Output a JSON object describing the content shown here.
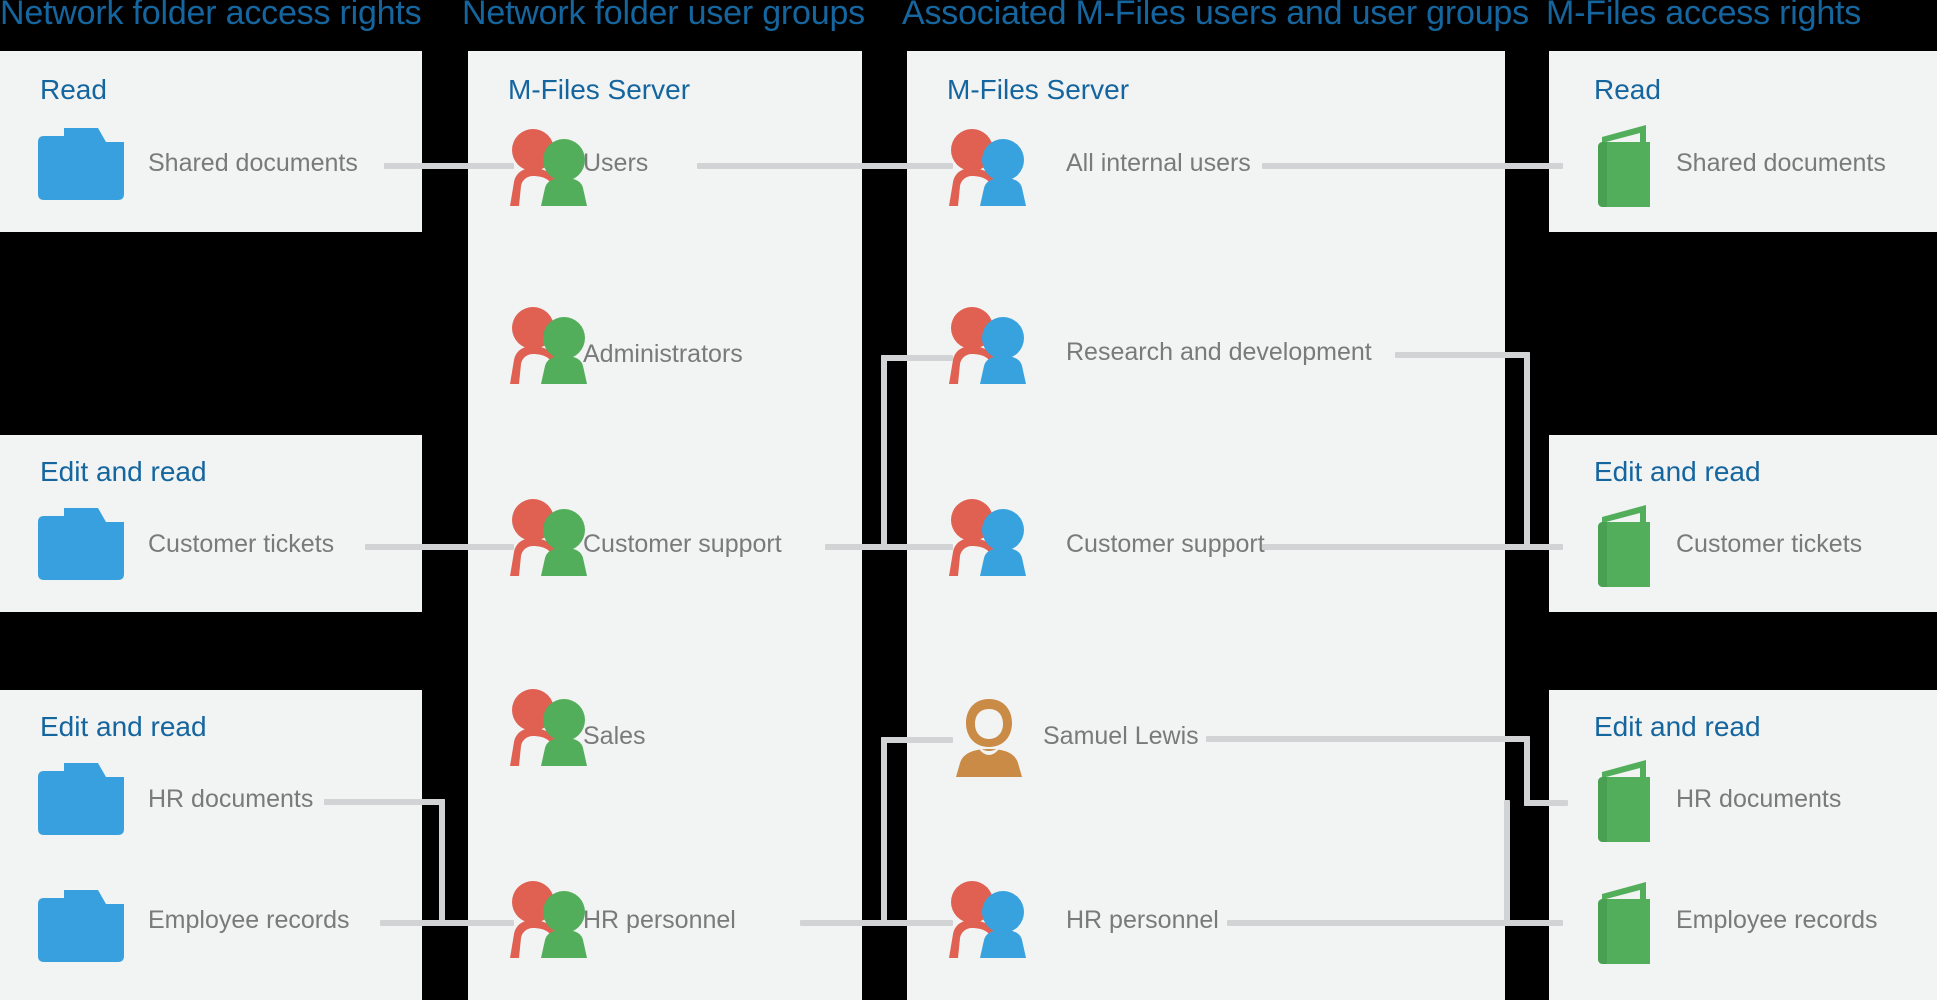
{
  "columns": [
    {
      "id": "col1",
      "header": "Network folder access rights"
    },
    {
      "id": "col2",
      "header": "Network folder user groups"
    },
    {
      "id": "col3",
      "header": "Associated M-Files users and user groups"
    },
    {
      "id": "col4",
      "header": "M-Files access rights"
    }
  ],
  "col1": {
    "groups": [
      {
        "title": "Read",
        "items": [
          "Shared documents"
        ]
      },
      {
        "title": "Edit and read",
        "items": [
          "Customer tickets"
        ]
      },
      {
        "title": "Edit and read",
        "items": [
          "HR documents",
          "Employee records"
        ]
      }
    ]
  },
  "col2": {
    "groups": [
      {
        "title": "M-Files Server",
        "items": [
          "Users",
          "Administrators",
          "Customer support",
          "Sales",
          "HR personnel"
        ]
      }
    ]
  },
  "col3": {
    "groups": [
      {
        "title": "M-Files Server",
        "items": [
          "All internal users",
          "Research and development",
          "Customer support",
          "Samuel Lewis",
          "HR personnel"
        ]
      }
    ]
  },
  "col4": {
    "groups": [
      {
        "title": "Read",
        "items": [
          "Shared documents"
        ]
      },
      {
        "title": "Edit and read",
        "items": [
          "Customer tickets"
        ]
      },
      {
        "title": "Edit and read",
        "items": [
          "HR documents",
          "Employee records"
        ]
      }
    ]
  },
  "icons": {
    "folder": "folder-icon",
    "vault": "vault-book-icon",
    "group_rg": "user-group-red-green-icon",
    "group_rb": "user-group-red-blue-icon",
    "person": "single-user-icon"
  },
  "colors": {
    "header_blue": "#15659e",
    "title_blue": "#15659e",
    "label_grey": "#7a7a7a",
    "panel_bg": "#f2f3f3",
    "page_bg": "#000000",
    "folder_blue": "#38a0de",
    "vault_green": "#52ae5b",
    "user_red": "#e06052",
    "user_green": "#52ae5b",
    "user_blue": "#37a2dd",
    "person_tan": "#ca8b46",
    "connector": "#d2d3d4"
  },
  "connections": [
    {
      "from": "Shared documents (folder)",
      "to": "Users"
    },
    {
      "from": "Customer tickets (folder)",
      "to": "Customer support"
    },
    {
      "from": "HR documents (folder)",
      "to": "HR personnel"
    },
    {
      "from": "Employee records (folder)",
      "to": "HR personnel"
    },
    {
      "from": "Users",
      "to": "All internal users"
    },
    {
      "from": "Customer support",
      "to": "Research and development"
    },
    {
      "from": "Customer support",
      "to": "Customer support"
    },
    {
      "from": "HR personnel",
      "to": "Samuel Lewis"
    },
    {
      "from": "HR personnel",
      "to": "HR personnel"
    },
    {
      "from": "All internal users",
      "to": "Shared documents (vault)"
    },
    {
      "from": "Research and development",
      "to": "Customer tickets (vault)"
    },
    {
      "from": "Customer support",
      "to": "Customer tickets (vault)"
    },
    {
      "from": "Samuel Lewis",
      "to": "HR documents (vault)"
    },
    {
      "from": "HR personnel",
      "to": "HR documents (vault)"
    },
    {
      "from": "HR personnel",
      "to": "Employee records (vault)"
    }
  ]
}
